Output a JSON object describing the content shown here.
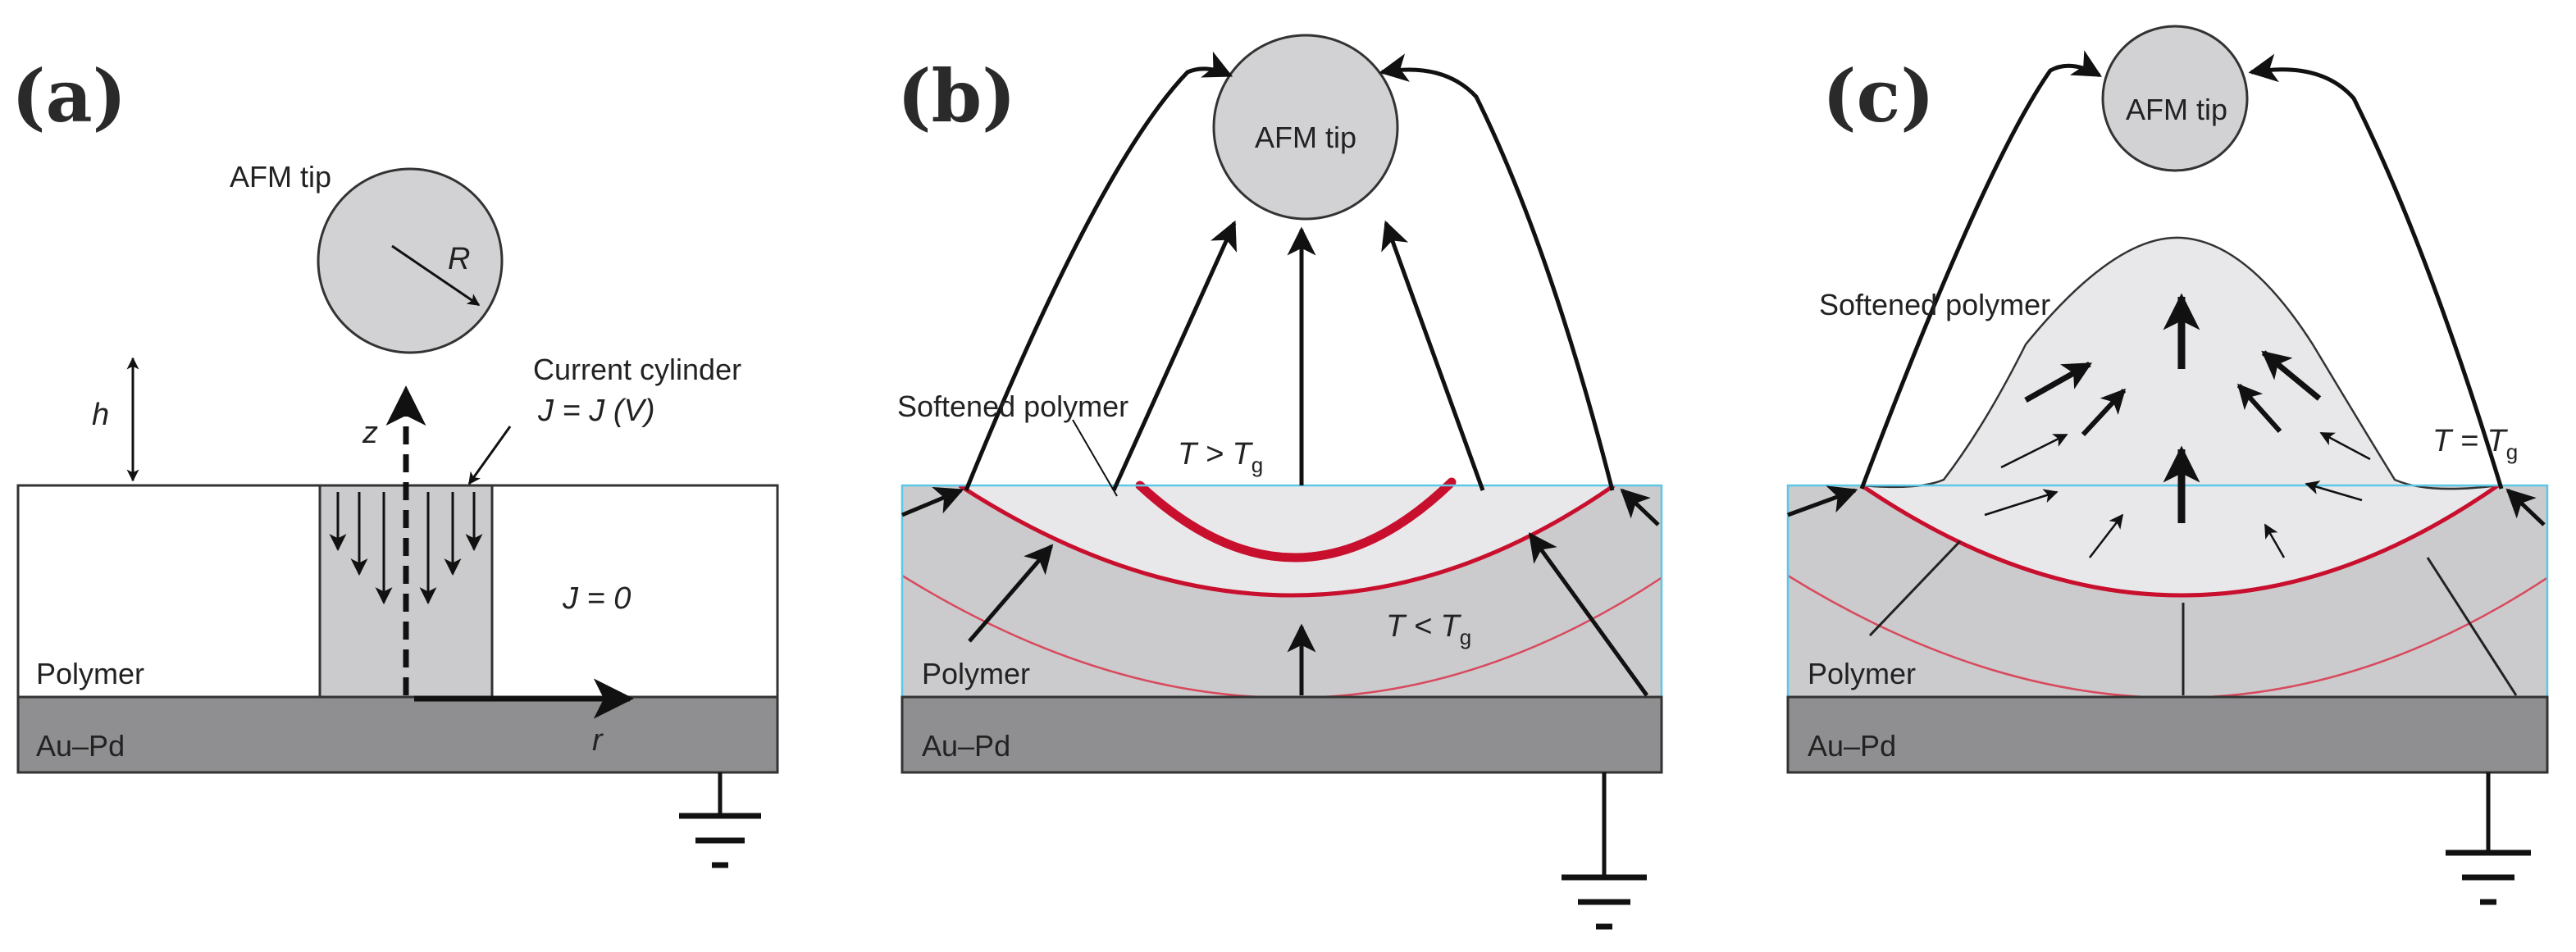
{
  "colors": {
    "softened_line": "#c8102e",
    "isotherm": "#d84a5e",
    "polymer_gray": "#cbcbcd",
    "softened_fill": "#e8e8ea",
    "substrate": "#8f8f91",
    "tip_fill": "#d2d2d4",
    "film_border": "#5bc8e6"
  },
  "panel_a": {
    "label": "(a)",
    "tip_label": "AFM tip",
    "radius_symbol": "R",
    "height_symbol": "h",
    "z_symbol": "z",
    "r_symbol": "r",
    "cylinder_label": "Current cylinder",
    "cylinder_equation": "J = J (V)",
    "outside_equation": "J = 0",
    "polymer_label": "Polymer",
    "substrate_label": "Au–Pd"
  },
  "panel_b": {
    "label": "(b)",
    "tip_label": "AFM tip",
    "softened_label": "Softened polymer",
    "t_above_main": "T > T",
    "t_above_sub": "g",
    "t_below_main": "T < T",
    "t_below_sub": "g",
    "polymer_label": "Polymer",
    "substrate_label": "Au–Pd"
  },
  "panel_c": {
    "label": "(c)",
    "tip_label": "AFM tip",
    "softened_label": "Softened polymer",
    "t_equal_main": "T = T",
    "t_equal_sub": "g",
    "polymer_label": "Polymer",
    "substrate_label": "Au–Pd"
  }
}
